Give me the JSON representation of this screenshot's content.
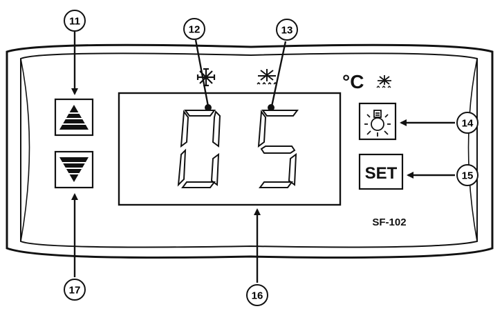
{
  "device": {
    "model": "SF-102",
    "unit_label": "°C",
    "display_value": "05",
    "buttons": {
      "up": {
        "icon": "triangle-up-icon"
      },
      "down": {
        "icon": "triangle-down-icon"
      },
      "light": {
        "icon": "light-bulb-icon"
      },
      "set": {
        "label": "SET"
      }
    },
    "indicators": [
      {
        "icon": "snowflake-icon"
      },
      {
        "icon": "defrost-icon"
      },
      {
        "icon": "defrost-icon"
      }
    ]
  },
  "callouts": [
    {
      "id": "11",
      "label": "⑪"
    },
    {
      "id": "12",
      "label": "⑫"
    },
    {
      "id": "13",
      "label": "⑬"
    },
    {
      "id": "14",
      "label": "⑭"
    },
    {
      "id": "15",
      "label": "⑮"
    },
    {
      "id": "16",
      "label": "⑯"
    },
    {
      "id": "17",
      "label": "⑰"
    }
  ]
}
